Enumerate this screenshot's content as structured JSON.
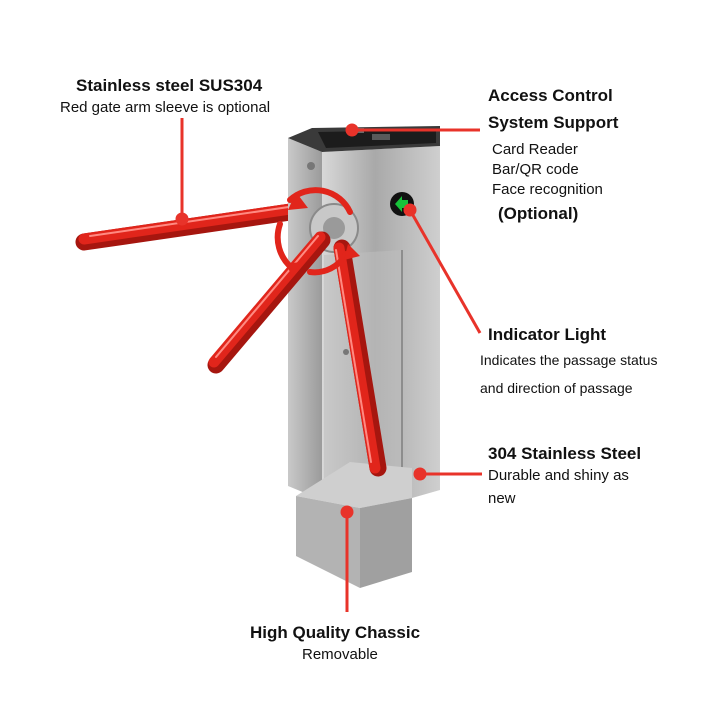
{
  "colors": {
    "arm": "#e1251b",
    "leader": "#e8332a",
    "steel": "#b9b9b9",
    "indicator": "#18c23a"
  },
  "icons": [
    "rotation-arrow-icon",
    "indicator-light-icon",
    "card-reader-icon"
  ],
  "labels": {
    "steel_top": {
      "title": "Stainless steel SUS304",
      "subtitle": "Red gate arm sleeve is optional"
    },
    "access": {
      "title_line1": "Access Control",
      "title_line2": "System Support",
      "item1": "Card Reader",
      "item2": "Bar/QR code",
      "item3": "Face recognition",
      "optional": "(Optional)"
    },
    "indicator": {
      "title": "Indicator Light",
      "line1": "Indicates the passage status",
      "line2": "and direction of passage"
    },
    "steel_body": {
      "title": "304 Stainless Steel",
      "line1": "Durable and shiny as",
      "line2": "new"
    },
    "chassis": {
      "title": "High Quality Chassic",
      "subtitle": "Removable"
    }
  }
}
